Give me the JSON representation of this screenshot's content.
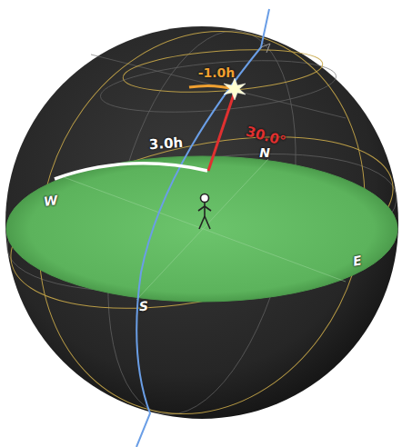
{
  "diagram": {
    "labels": [
      "-1.0h",
      "30.0°",
      "3.0h",
      "N",
      "W",
      "S",
      "E"
    ]
  }
}
